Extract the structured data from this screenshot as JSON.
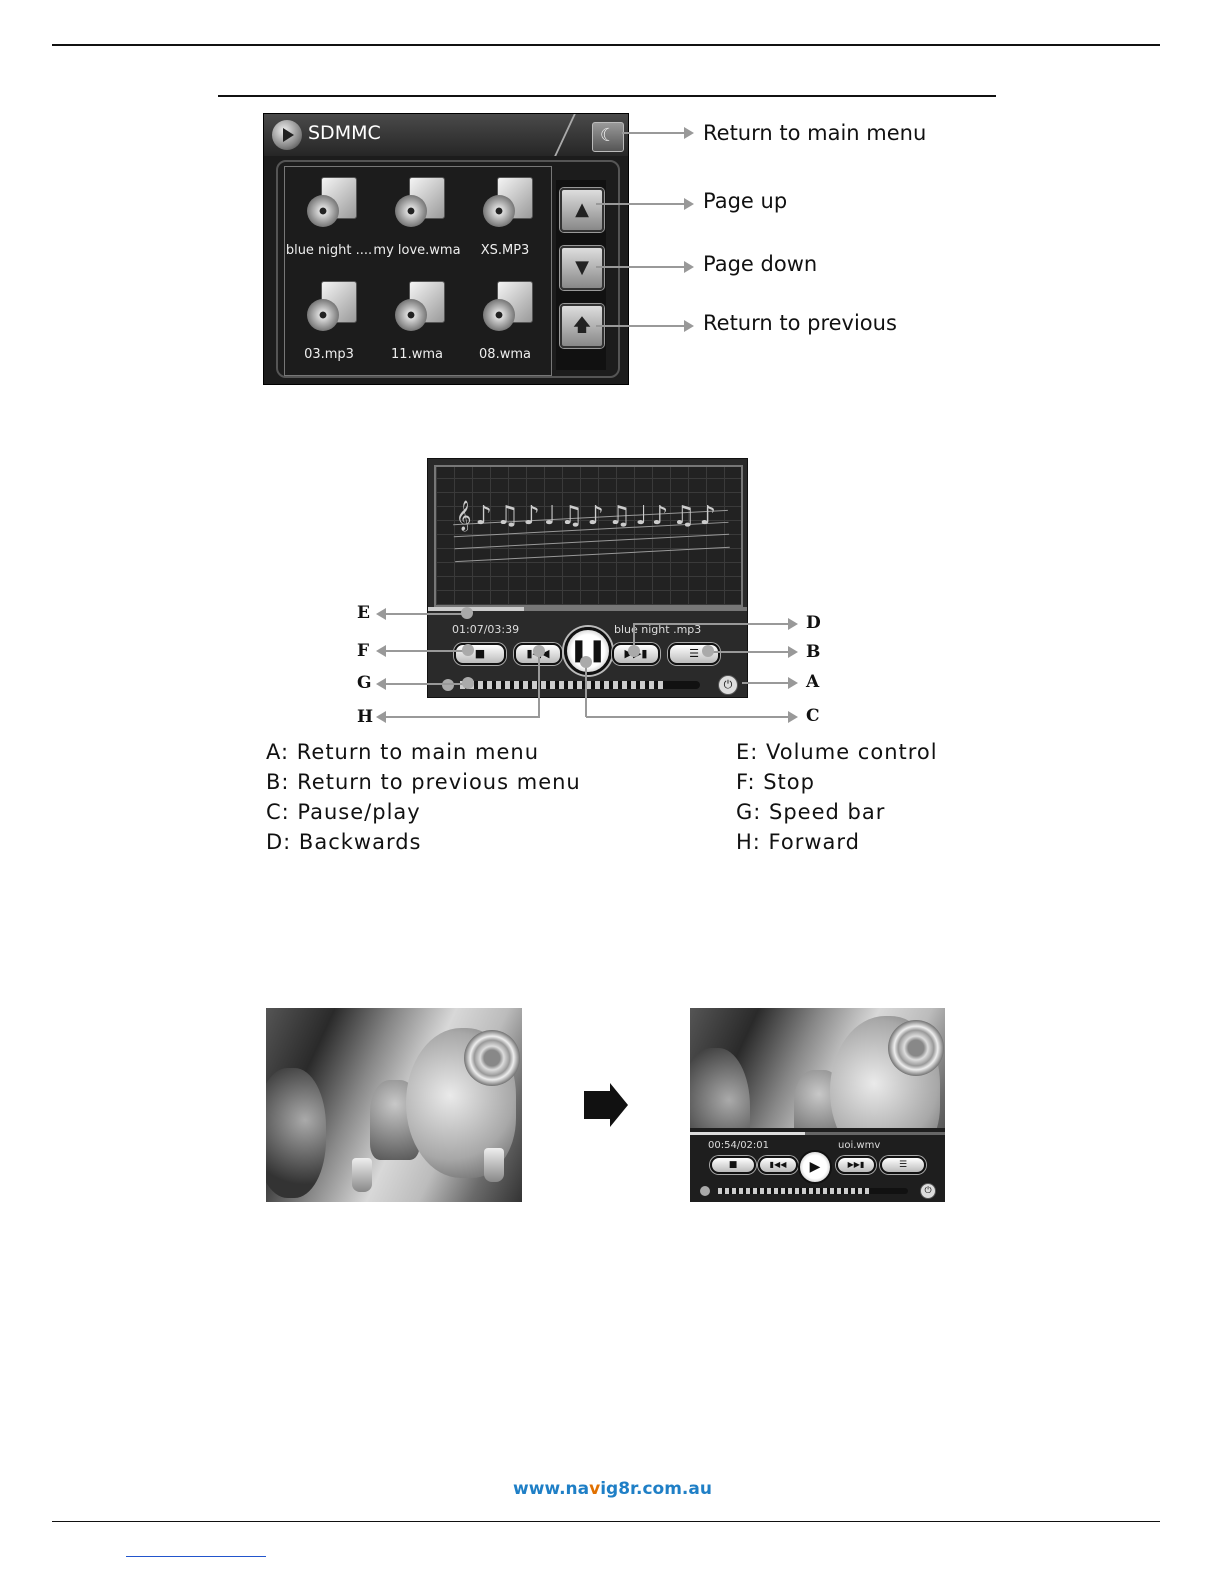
{
  "browser": {
    "title": "SDMMC",
    "files": [
      {
        "name": "blue night ...."
      },
      {
        "name": "my love.wma"
      },
      {
        "name": "XS.MP3"
      },
      {
        "name": "03.mp3"
      },
      {
        "name": "11.wma"
      },
      {
        "name": "08.wma"
      }
    ],
    "callouts": {
      "main_menu": "Return to main menu",
      "page_up": "Page up",
      "page_down": "Page down",
      "previous": "Return to previous"
    },
    "icons": {
      "home": "home-icon",
      "up": "arrow-up-icon",
      "down": "arrow-down-icon",
      "back": "return-previous-icon"
    }
  },
  "player": {
    "time": "01:07/03:39",
    "song": "blue night .mp3",
    "progress": 0.3,
    "speed_level": 0.85,
    "letters": {
      "A": "A",
      "B": "B",
      "C": "C",
      "D": "D",
      "E": "E",
      "F": "F",
      "G": "G",
      "H": "H"
    }
  },
  "legend": {
    "left": [
      "A: Return to main menu",
      "B: Return to previous menu",
      "C: Pause/play",
      "D: Backwards"
    ],
    "right": [
      "E: Volume control",
      "F: Stop",
      "G: Speed bar",
      "H: Forward"
    ]
  },
  "video": {
    "time": "00:54/02:01",
    "file": "uoi.wmv",
    "progress": 0.45,
    "speed_level": 0.8
  },
  "footer": {
    "url_part1": "www.na",
    "url_highlight": "v",
    "url_part2": "ig8r.com.au"
  }
}
